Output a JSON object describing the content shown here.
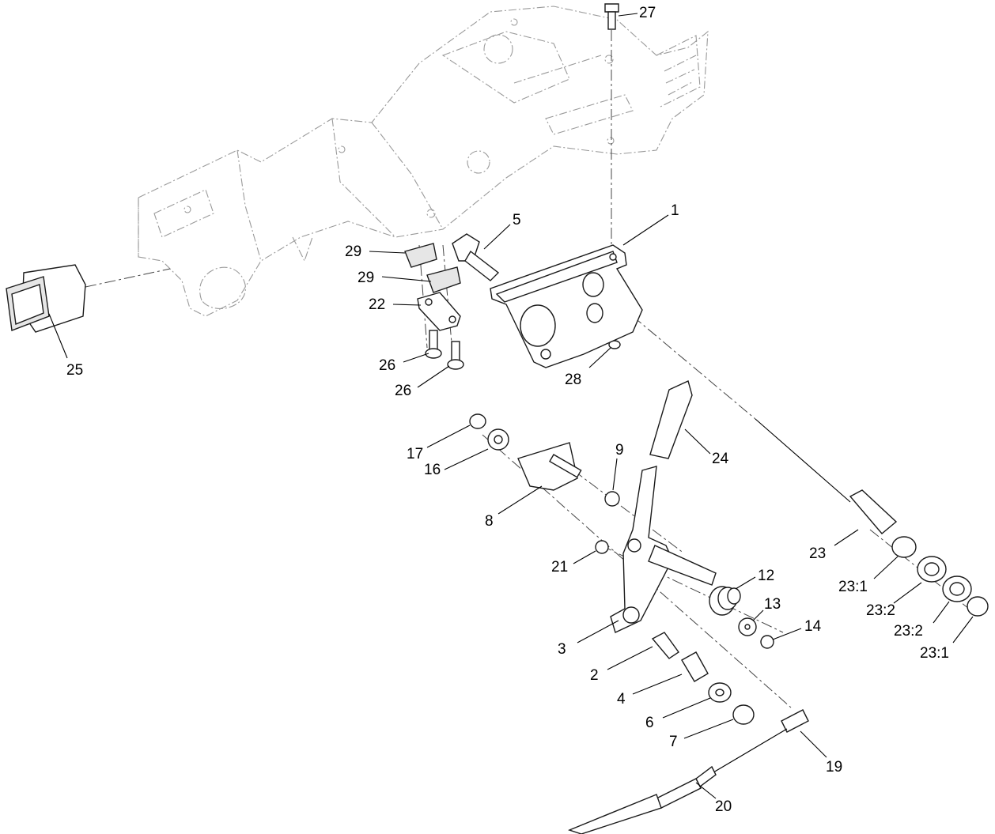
{
  "callouts": [
    {
      "id": "c1",
      "text": "1"
    },
    {
      "id": "c2",
      "text": "2"
    },
    {
      "id": "c3",
      "text": "3"
    },
    {
      "id": "c4",
      "text": "4"
    },
    {
      "id": "c5",
      "text": "5"
    },
    {
      "id": "c6",
      "text": "6"
    },
    {
      "id": "c7",
      "text": "7"
    },
    {
      "id": "c8",
      "text": "8"
    },
    {
      "id": "c9",
      "text": "9"
    },
    {
      "id": "c12",
      "text": "12"
    },
    {
      "id": "c13",
      "text": "13"
    },
    {
      "id": "c14",
      "text": "14"
    },
    {
      "id": "c16",
      "text": "16"
    },
    {
      "id": "c17",
      "text": "17"
    },
    {
      "id": "c19",
      "text": "19"
    },
    {
      "id": "c20",
      "text": "20"
    },
    {
      "id": "c21",
      "text": "21"
    },
    {
      "id": "c22",
      "text": "22"
    },
    {
      "id": "c23",
      "text": "23"
    },
    {
      "id": "c23_1a",
      "text": "23:1"
    },
    {
      "id": "c23_2a",
      "text": "23:2"
    },
    {
      "id": "c23_2b",
      "text": "23:2"
    },
    {
      "id": "c23_1b",
      "text": "23:1"
    },
    {
      "id": "c24",
      "text": "24"
    },
    {
      "id": "c25",
      "text": "25"
    },
    {
      "id": "c26a",
      "text": "26"
    },
    {
      "id": "c26b",
      "text": "26"
    },
    {
      "id": "c27",
      "text": "27"
    },
    {
      "id": "c28",
      "text": "28"
    },
    {
      "id": "c29a",
      "text": "29"
    },
    {
      "id": "c29b",
      "text": "29"
    }
  ]
}
